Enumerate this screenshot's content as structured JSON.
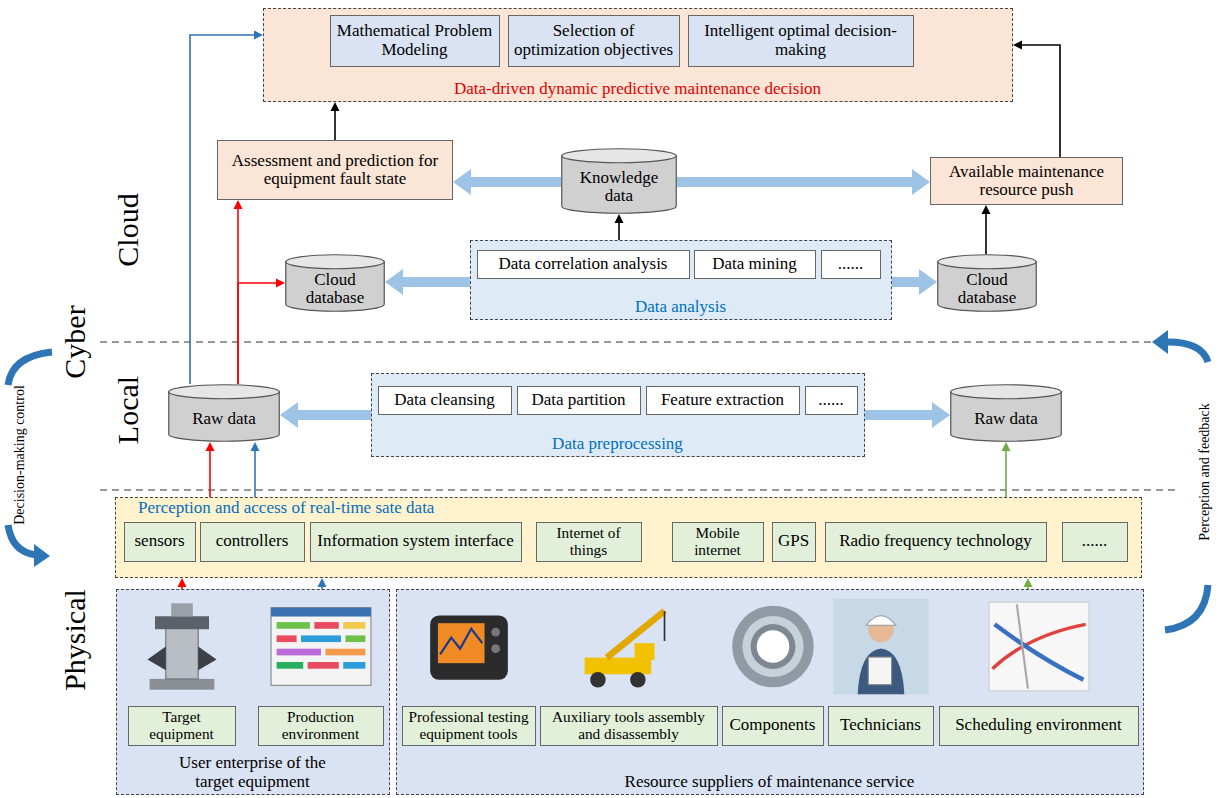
{
  "diagram": {
    "nodes": [
      {
        "text": [
          "Data-driven dynamic predictive maintenance decision"
        ]
      },
      {
        "text": [
          "Mathematical Problem Modeling"
        ],
        "in": 0
      },
      {
        "text": [
          "Selection of optimization objectives"
        ],
        "in": 0
      },
      {
        "text": [
          "Intelligent optimal decision-making"
        ],
        "in": 0
      },
      {
        "text": [
          "Assessment and prediction for equipment fault state"
        ]
      },
      {
        "text": [
          "Knowledge data"
        ]
      },
      {
        "text": [
          "Available maintenance resource push"
        ]
      },
      {
        "text": [
          "Cloud database"
        ]
      },
      {
        "text": [
          "Data analysis"
        ]
      },
      {
        "text": [
          "Data correlation analysis"
        ],
        "in": 8
      },
      {
        "text": [
          "Data mining"
        ],
        "in": 8
      },
      {
        "text": [
          "......"
        ],
        "in": 8
      },
      {
        "text": [
          "Cloud database"
        ]
      },
      {
        "text": [
          "Raw data"
        ]
      },
      {
        "text": [
          "Data preprocessing"
        ]
      },
      {
        "text": [
          "Data cleansing"
        ],
        "in": 14
      },
      {
        "text": [
          "Data partition"
        ],
        "in": 14
      },
      {
        "text": [
          "Feature extraction"
        ],
        "in": 14
      },
      {
        "text": [
          "......"
        ],
        "in": 14
      },
      {
        "text": [
          "Raw data"
        ]
      },
      {
        "text": [
          "Perception and access of real-time sate data"
        ]
      },
      {
        "text": [
          "sensors"
        ],
        "in": 20
      },
      {
        "text": [
          "controllers"
        ],
        "in": 20
      },
      {
        "text": [
          "Information system interface"
        ],
        "in": 20
      },
      {
        "text": [
          "Internet of things"
        ],
        "in": 20
      },
      {
        "text": [
          "Mobile internet"
        ],
        "in": 20
      },
      {
        "text": [
          "GPS"
        ],
        "in": 20
      },
      {
        "text": [
          "Radio frequency technology"
        ],
        "in": 20
      },
      {
        "text": [
          "......"
        ],
        "in": 20
      },
      {
        "text": [
          "User enterprise of the target equipment"
        ]
      },
      {
        "text": [
          "Target equipment"
        ],
        "in": 29
      },
      {
        "text": [
          "Production environment"
        ],
        "in": 29
      },
      {
        "text": [
          "Resource suppliers of maintenance service"
        ]
      },
      {
        "text": [
          "Professional testing equipment tools"
        ],
        "in": 32
      },
      {
        "text": [
          "Auxiliary tools assembly and disassembly"
        ],
        "in": 32
      },
      {
        "text": [
          "Components"
        ],
        "in": 32
      },
      {
        "text": [
          "Technicians"
        ],
        "in": 32
      },
      {
        "text": [
          "Scheduling environment"
        ],
        "in": 32
      }
    ],
    "edges": [
      {
        "from": 30,
        "to": 20,
        "arrow": "to"
      },
      {
        "from": 31,
        "to": 20,
        "arrow": "to"
      },
      {
        "from": 20,
        "to": 13,
        "arrow": "to"
      },
      {
        "from": 20,
        "to": 13,
        "arrow": "to"
      },
      {
        "from": 32,
        "to": 20,
        "arrow": "to"
      },
      {
        "from": 20,
        "to": 19,
        "arrow": "to"
      },
      {
        "from": 13,
        "to": 7,
        "arrow": "to"
      },
      {
        "from": 13,
        "to": 4,
        "arrow": "to"
      },
      {
        "from": 13,
        "to": 0,
        "arrow": "to"
      },
      {
        "from": 4,
        "to": 0,
        "arrow": "to"
      },
      {
        "from": 12,
        "to": 6,
        "arrow": "to"
      },
      {
        "from": 6,
        "to": 0,
        "arrow": "to"
      },
      {
        "from": 8,
        "to": 5,
        "arrow": "to"
      },
      {
        "from": 5,
        "to": 4,
        "arrow": "to"
      },
      {
        "from": 5,
        "to": 6,
        "arrow": "to"
      },
      {
        "from": 8,
        "to": 7,
        "arrow": "to"
      },
      {
        "from": 8,
        "to": 12,
        "arrow": "to"
      },
      {
        "from": 14,
        "to": 13,
        "arrow": "to"
      },
      {
        "from": 14,
        "to": 19,
        "arrow": "to"
      }
    ],
    "labels": [
      "Cloud",
      "Cyber",
      "Local",
      "Physical",
      "Decision-making control",
      "Perception and feedback"
    ]
  }
}
